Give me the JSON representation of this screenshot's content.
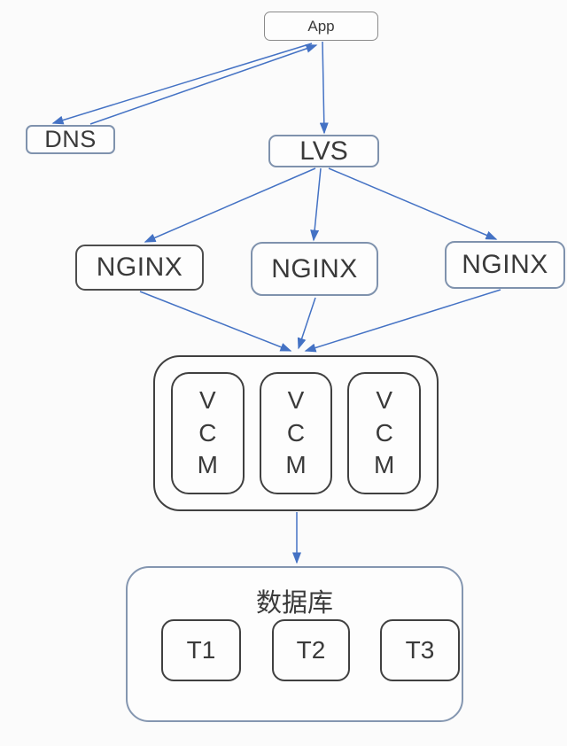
{
  "colors": {
    "background": "#fbfbfb",
    "arrow_blue": "#4472c4",
    "border_dark_gray": "#404040",
    "border_gray": "#8a8a8a",
    "border_blue_gray": "#7f92ad",
    "text": "#3a3a3a"
  },
  "diagram": {
    "nodes": {
      "app": "App",
      "dns": "DNS",
      "lvs": "LVS",
      "nginx_1": "NGINX",
      "nginx_2": "NGINX",
      "nginx_3": "NGINX",
      "vcm_1": "V\nC\nM",
      "vcm_2": "V\nC\nM",
      "vcm_3": "V\nC\nM",
      "database_title": "数据库",
      "table_1": "T1",
      "table_2": "T2",
      "table_3": "T3"
    },
    "edges": [
      {
        "from": "App",
        "to": "DNS"
      },
      {
        "from": "DNS",
        "to": "App"
      },
      {
        "from": "App",
        "to": "LVS"
      },
      {
        "from": "LVS",
        "to": "NGINX-1"
      },
      {
        "from": "LVS",
        "to": "NGINX-2"
      },
      {
        "from": "LVS",
        "to": "NGINX-3"
      },
      {
        "from": "NGINX-1",
        "to": "VCM-cluster"
      },
      {
        "from": "NGINX-2",
        "to": "VCM-cluster"
      },
      {
        "from": "NGINX-3",
        "to": "VCM-cluster"
      },
      {
        "from": "VCM-cluster",
        "to": "Database"
      }
    ]
  }
}
